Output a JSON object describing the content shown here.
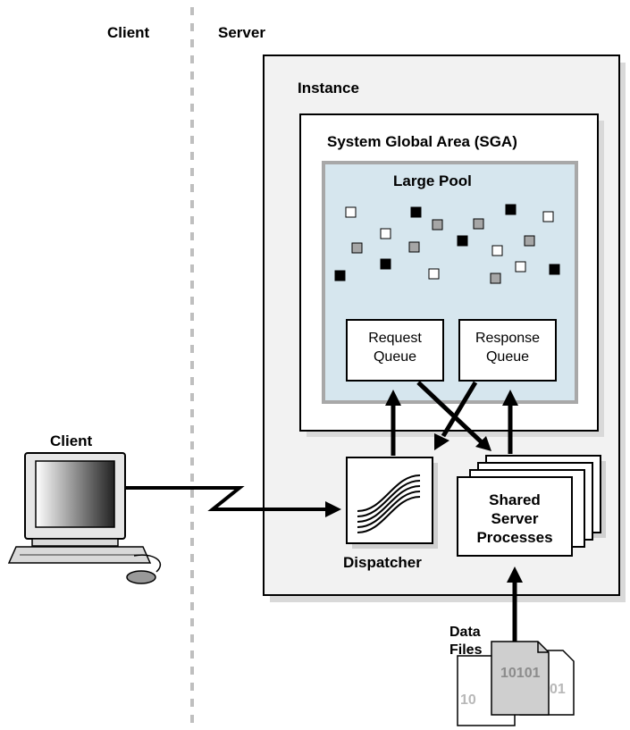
{
  "labels": {
    "client_column": "Client",
    "server_column": "Server",
    "instance": "Instance",
    "sga": "System Global Area (SGA)",
    "large_pool": "Large Pool",
    "request_queue_line1": "Request",
    "request_queue_line2": "Queue",
    "response_queue_line1": "Response",
    "response_queue_line2": "Queue",
    "client_computer": "Client",
    "dispatcher": "Dispatcher",
    "shared_server_line1": "Shared",
    "shared_server_line2": "Server",
    "shared_server_line3": "Processes",
    "data_files_line1": "Data",
    "data_files_line2": "Files",
    "file_front_text": "10101",
    "file_back_text_left": "10",
    "file_back_text_right": "01"
  },
  "colors": {
    "large_pool_fill": "#d6e6ee",
    "instance_fill": "#f2f2f2",
    "divider": "#bfbfbf",
    "shadow": "#d0d0d0"
  }
}
